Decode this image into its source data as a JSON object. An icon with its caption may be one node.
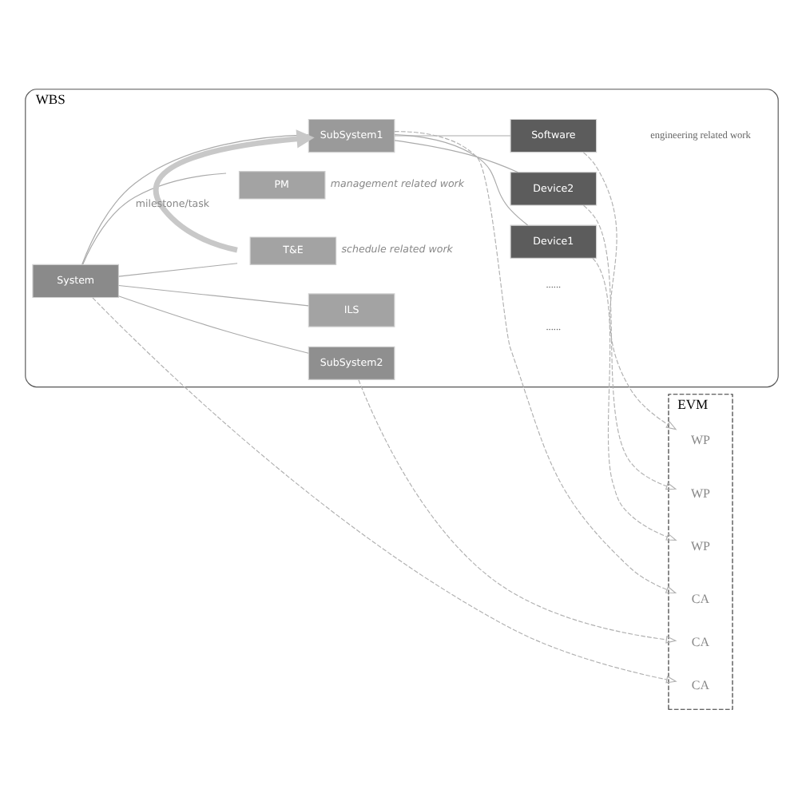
{
  "diagram": {
    "nodes": [
      {
        "text": [
          "WBS"
        ]
      },
      {
        "text": [
          "EVM"
        ]
      },
      {
        "text": [
          "System"
        ],
        "in": 0
      },
      {
        "text": [
          "SubSystem1"
        ],
        "in": 0
      },
      {
        "text": [
          "Device1"
        ],
        "in": 0
      },
      {
        "text": [
          "Device2"
        ],
        "in": 0
      },
      {
        "text": [
          "Software"
        ],
        "in": 0
      },
      {
        "text": [
          "SubSystem2"
        ],
        "in": 0
      },
      {
        "text": [
          "ILS"
        ],
        "in": 0
      },
      {
        "text": [
          "T&E"
        ],
        "in": 0,
        "beside": [
          "schedule related work"
        ]
      },
      {
        "text": [
          "PM"
        ],
        "in": 0,
        "beside": [
          "management related work"
        ]
      },
      {
        "text": [
          "CA"
        ],
        "in": 1
      },
      {
        "text": [
          "CA"
        ],
        "in": 1
      },
      {
        "text": [
          "WP"
        ],
        "in": 1
      },
      {
        "text": [
          "WP"
        ],
        "in": 1
      },
      {
        "text": [
          "WP"
        ],
        "in": 1
      },
      {
        "text": [
          "CA"
        ],
        "in": 1
      }
    ],
    "edges": [
      {
        "from": 2,
        "to": 3,
        "arrow": "none"
      },
      {
        "from": 3,
        "to": 4,
        "arrow": "none"
      },
      {
        "from": 3,
        "to": 5,
        "arrow": "none"
      },
      {
        "from": 3,
        "to": 6,
        "arrow": "none"
      },
      {
        "from": 2,
        "to": 7,
        "arrow": "none"
      },
      {
        "from": 2,
        "to": 8,
        "arrow": "none"
      },
      {
        "from": 2,
        "to": 9,
        "arrow": "none"
      },
      {
        "from": 2,
        "to": 10,
        "arrow": "none"
      },
      {
        "from": 2,
        "to": 11,
        "arrow": "to",
        "style": "dashed"
      },
      {
        "from": 3,
        "to": 12,
        "arrow": "to",
        "style": "dashed"
      },
      {
        "from": 4,
        "to": 13,
        "arrow": "to",
        "style": "dashed"
      },
      {
        "from": 5,
        "to": 14,
        "arrow": "to",
        "style": "dashed"
      },
      {
        "from": 6,
        "to": 15,
        "arrow": "to",
        "style": "dashed"
      },
      {
        "from": 7,
        "to": 16,
        "arrow": "to",
        "style": "dashed"
      },
      {
        "from": 9,
        "to": 3,
        "arrow": "to",
        "style": "thick",
        "label": "milestone/task",
        "color": "#c8c8c8"
      }
    ],
    "labels": [
      "engineering related work",
      "......",
      "......"
    ]
  }
}
